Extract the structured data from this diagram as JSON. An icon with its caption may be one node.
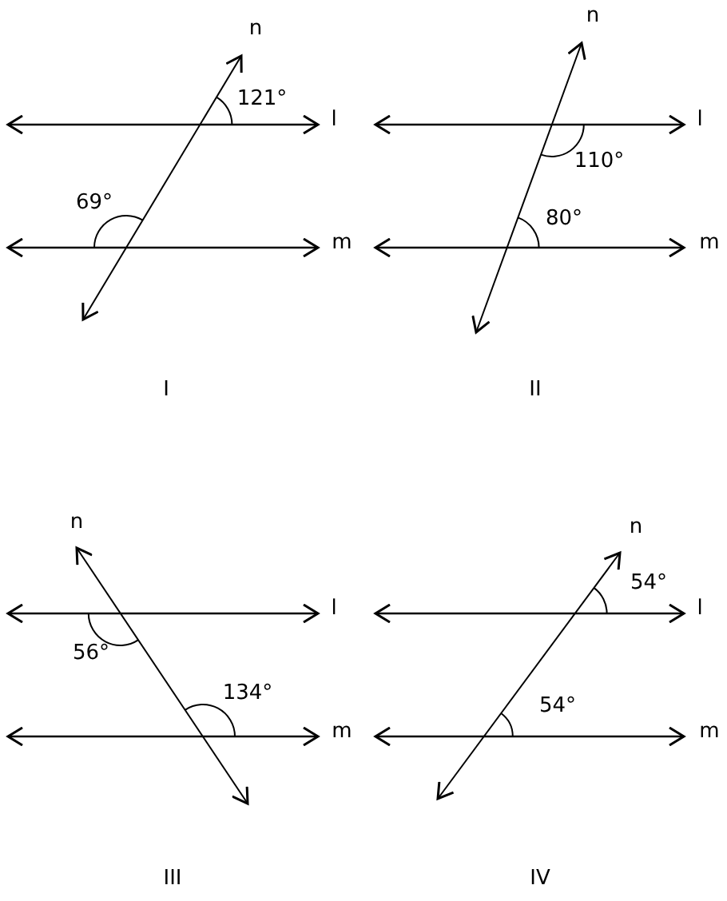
{
  "diagram": {
    "labels": [
      "n",
      "121°",
      "l",
      "69°",
      "m",
      "I",
      "n",
      "l",
      "110°",
      "80°",
      "m",
      "II",
      "n",
      "l",
      "56°",
      "134°",
      "m",
      "III",
      "n",
      "54°",
      "l",
      "54°",
      "m",
      "IV"
    ]
  }
}
